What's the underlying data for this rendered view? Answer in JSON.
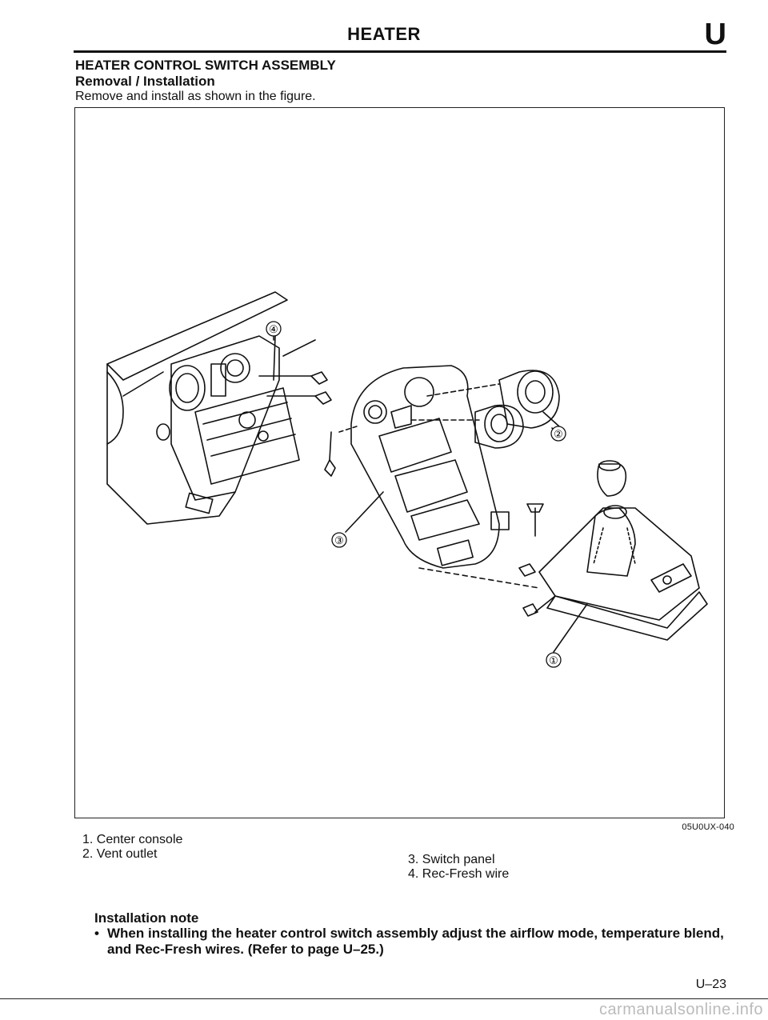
{
  "header": {
    "title": "HEATER",
    "section_letter": "U"
  },
  "section": {
    "title": "HEATER CONTROL SWITCH ASSEMBLY",
    "subtitle": "Removal / Installation",
    "intro": "Remove and install as shown in the figure."
  },
  "figure": {
    "code": "05U0UX-040",
    "callouts": [
      "①",
      "②",
      "③",
      "④"
    ]
  },
  "legend": [
    {
      "label": "1. Center console"
    },
    {
      "label": "2. Vent outlet"
    },
    {
      "label": "3. Switch panel"
    },
    {
      "label": "4. Rec-Fresh wire"
    }
  ],
  "installation_note": {
    "title": "Installation note",
    "bullet_symbol": "•",
    "items": [
      "When installing the heater control switch assembly adjust the airflow mode, temperature blend, and Rec-Fresh wires. (Refer to page U–25.)"
    ]
  },
  "footer": {
    "page_number": "U–23",
    "watermark": "carmanualsonline.info"
  }
}
